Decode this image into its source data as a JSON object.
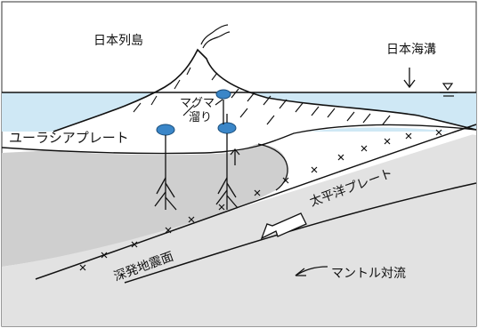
{
  "diagram": {
    "labels": {
      "japan_islands": "日本列島",
      "japan_trench": "日本海溝",
      "magma": "マグマ",
      "magma_pool": "溜り",
      "eurasian_plate": "ユーラシアプレート",
      "pacific_plate": "太平洋プレート",
      "deep_seismic_plane": "深発地震面",
      "mantle_convection": "マントル対流"
    },
    "colors": {
      "sea": "#cfe8f5",
      "mantle": "#d9d9d9",
      "magma_pool": "#3a86c8",
      "line": "#111111"
    },
    "icons": {
      "trench_arrow": "arrow-down-icon",
      "sea_level_mark": "sea-level-symbol-icon",
      "plate_motion": "hollow-arrow-left-icon",
      "mantle_motion": "arrow-left-icon"
    }
  }
}
